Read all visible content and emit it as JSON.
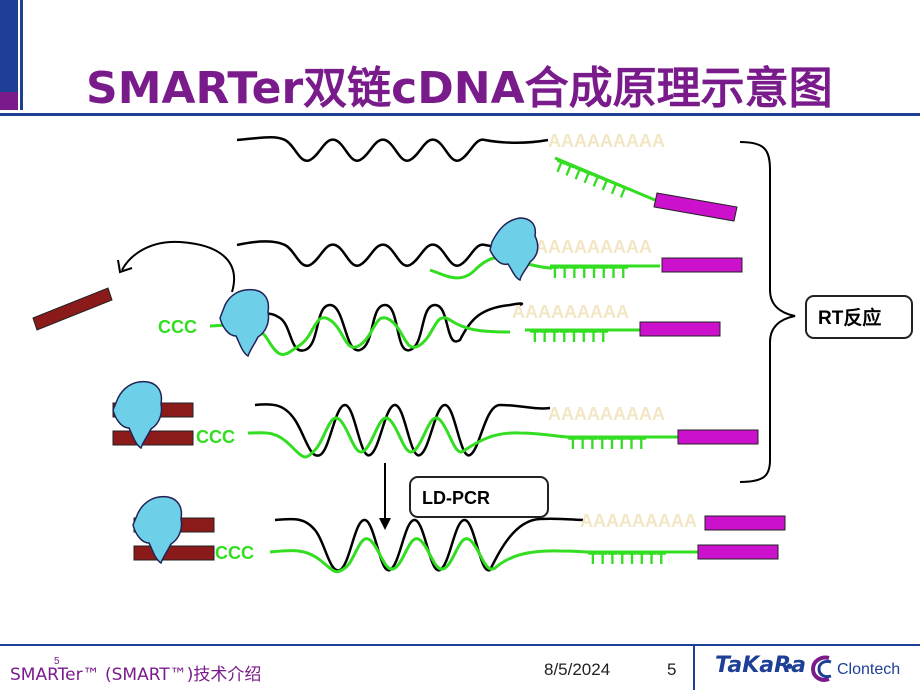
{
  "title": "SMARTer双链cDNA合成原理示意图",
  "labels": {
    "polyA": "AAAAAAAAA",
    "oligo_dt": "TTTTTTTT",
    "ccc": "CCC",
    "rt": "RT反应",
    "ldpcr": "LD-PCR"
  },
  "footer": {
    "text": "SMARTer™ (SMART™)技术介绍",
    "small_marker": "5",
    "date": "8/5/2024",
    "page": "5",
    "logo_left": "TaKaRa",
    "logo_right": "Clontech"
  },
  "colors": {
    "primary": "#1e3f96",
    "purple": "#7a1b8c",
    "rna": "#000000",
    "cdna": "#33dd22",
    "primer": "#cc11cc",
    "oligo": "#8b1a1a",
    "enzyme": "#6ecfe8"
  }
}
